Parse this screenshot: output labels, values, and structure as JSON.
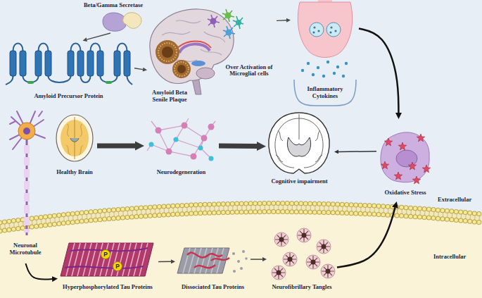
{
  "diagram": {
    "nodes": [
      {
        "text": [
          "Beta/Gamma Secretase"
        ]
      },
      {
        "text": [
          "Amyloid Precursor Protein"
        ]
      },
      {
        "text": [
          "Amyloid Beta Senile Plaque",
          "Over Activation of Microglial cells"
        ]
      },
      {
        "text": [
          "Inflammatory Cytokines"
        ]
      },
      {
        "text": [
          "Healthy Brain"
        ]
      },
      {
        "text": [
          "Neurodegeneration"
        ]
      },
      {
        "text": [
          "Cognitive impairment"
        ]
      },
      {
        "text": [
          "Oxidative Stress"
        ]
      },
      {
        "text": [
          "Neuronal Microtubule"
        ]
      },
      {
        "text": [
          "Hyperphosphorylated Tau Proteins"
        ]
      },
      {
        "text": [
          "Dissociated Tau Proteins"
        ]
      },
      {
        "text": [
          "Neurofibrillary Tangles"
        ]
      }
    ],
    "edges": [
      {
        "from": 0,
        "to": 1,
        "arrow": "to"
      },
      {
        "from": 1,
        "to": 2,
        "arrow": "to"
      },
      {
        "from": 2,
        "to": 3,
        "arrow": "to"
      },
      {
        "from": 3,
        "to": 7,
        "arrow": "to"
      },
      {
        "from": 7,
        "to": 6,
        "arrow": "to"
      },
      {
        "from": 4,
        "to": 5,
        "arrow": "to"
      },
      {
        "from": 5,
        "to": 6,
        "arrow": "to"
      },
      {
        "from": 8,
        "to": 9,
        "arrow": "to"
      },
      {
        "from": 9,
        "to": 10,
        "arrow": "to"
      },
      {
        "from": 10,
        "to": 11,
        "arrow": "to"
      },
      {
        "from": 11,
        "to": 7,
        "arrow": "to"
      }
    ],
    "labels": [
      "Extracellular",
      "Intracellular",
      "P",
      "P"
    ]
  }
}
